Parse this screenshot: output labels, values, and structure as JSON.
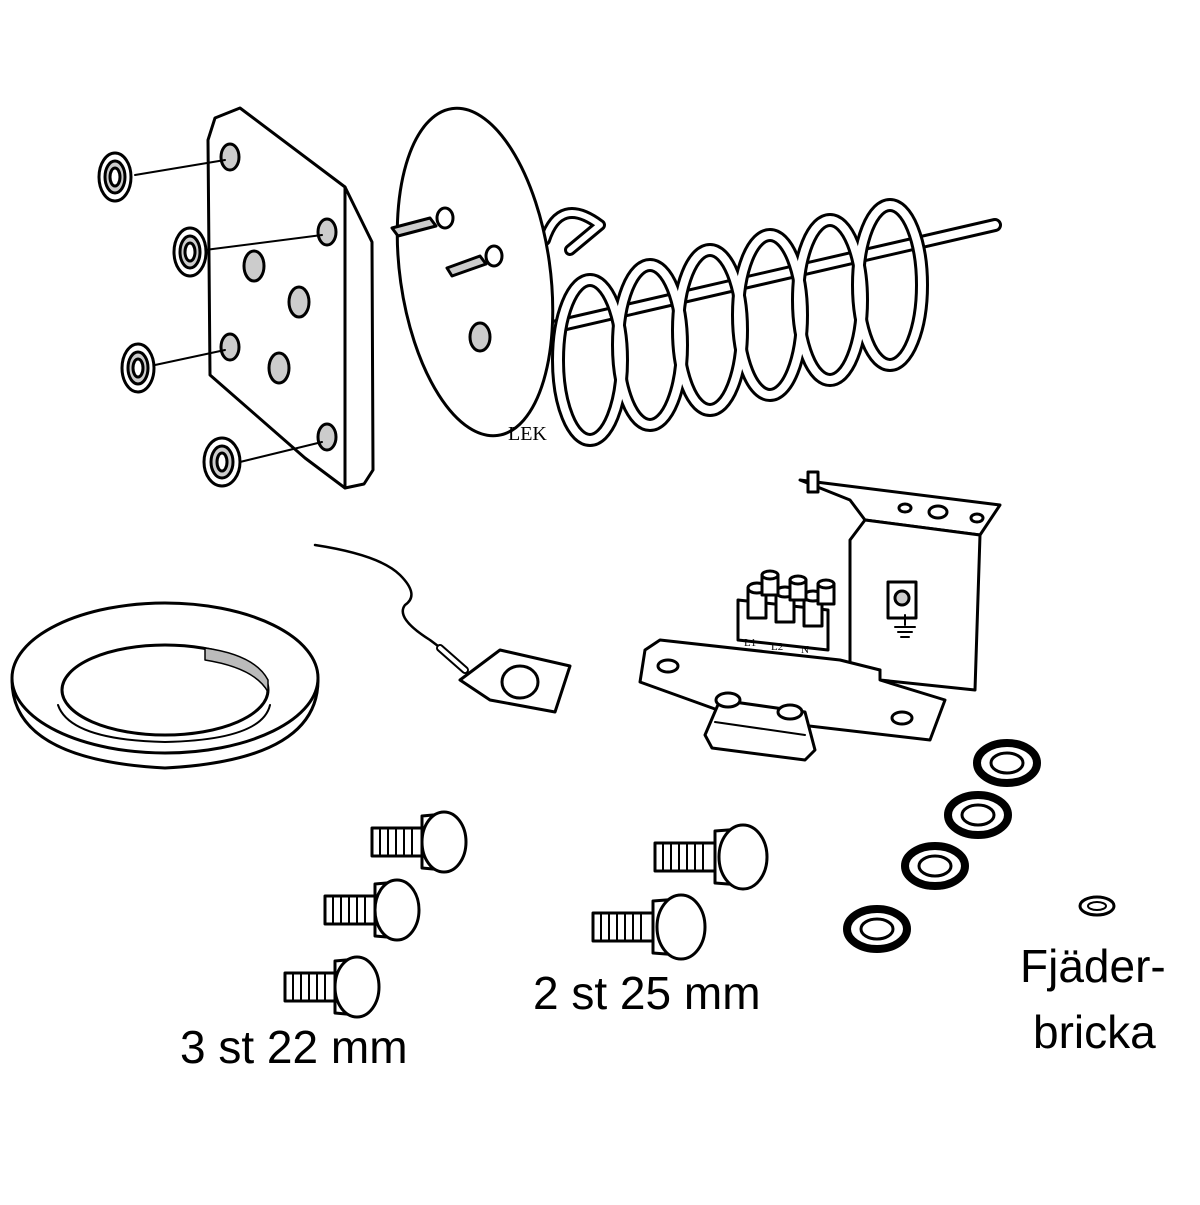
{
  "diagram": {
    "parts": [
      {
        "id": "flange-plate",
        "name": "flange-plate"
      },
      {
        "id": "heating-element",
        "name": "heating-element",
        "marking": "LEK"
      },
      {
        "id": "gasket-ring",
        "name": "gasket-ring"
      },
      {
        "id": "sensor",
        "name": "temperature-sensor"
      },
      {
        "id": "terminal-bracket",
        "name": "terminal-bracket",
        "terminals": [
          "L1",
          "L2",
          "N"
        ]
      },
      {
        "id": "washers",
        "name": "washers"
      },
      {
        "id": "spring-washer",
        "name": "spring-washer"
      }
    ],
    "labels": {
      "bolts_22": "3 st 22 mm",
      "bolts_25": "2 st 25 mm",
      "spring_washer_line1": "Fjäder-",
      "spring_washer_line2": "bricka"
    }
  },
  "colors": {
    "ink": "#000000",
    "paper": "#ffffff",
    "shade": "#c8c8c8"
  }
}
